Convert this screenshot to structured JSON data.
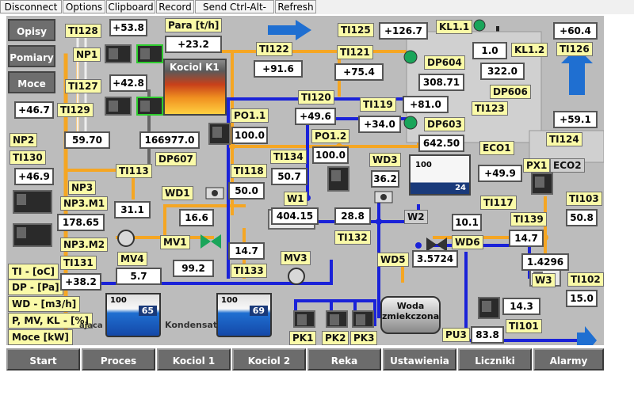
{
  "toolbar": {
    "disconnect": "Disconnect",
    "options": "Options",
    "clipboard": "Clipboard",
    "record": "Record",
    "send_cad": "Send Ctrl-Alt-Del",
    "refresh": "Refresh"
  },
  "side_menu": {
    "opisy": "Opisy",
    "pomiary": "Pomiary",
    "moce": "Moce"
  },
  "legend": {
    "ti": "TI - [oC]",
    "dp": "DP - [Pa]",
    "wd": "WD - [m3/h]",
    "pmvkl": "P, MV, KL - [%]",
    "moce": "Moce [kW]"
  },
  "nav": [
    "Start",
    "Proces",
    "Kociol 1",
    "Kociol 2",
    "Reka",
    "Ustawienia",
    "Liczniki",
    "Alarmy"
  ],
  "boiler": {
    "title": "Kociol K1"
  },
  "tanks": {
    "left_pct": "65",
    "left_scale": "100",
    "left_caption": "Kondensat",
    "left_caption_partial": "ajaca",
    "right_pct": "69",
    "right_scale": "100",
    "soft_water": "Woda zmiekczona",
    "level_tank_scale": "100",
    "level_tank_pct": "24"
  },
  "labels": {
    "ti128": "TI128",
    "np1": "NP1",
    "ti127": "TI127",
    "ti129": "TI129",
    "np2": "NP2",
    "ti130": "TI130",
    "np3": "NP3",
    "np3m1": "NP3.M1",
    "np3m2": "NP3.M2",
    "ti131": "TI131",
    "mv4": "MV4",
    "ti113": "TI113",
    "dp607": "DP607",
    "wd1": "WD1",
    "mv1": "MV1",
    "ti118": "TI118",
    "ti133": "TI133",
    "ti122": "TI122",
    "para": "Para [t/h]",
    "ti121": "TI121",
    "po11": "PO1.1",
    "ti134": "TI134",
    "w1": "W1",
    "po12": "PO1.2",
    "ti120": "TI120",
    "ti119": "TI119",
    "mv3": "MV3",
    "ti132": "TI132",
    "ti125": "TI125",
    "kl11": "KL1.1",
    "dp604": "DP604",
    "dp603": "DP603",
    "kl12": "KL1.2",
    "dp606": "DP606",
    "ti123": "TI123",
    "ti126": "TI126",
    "eco1": "ECO1",
    "ti124": "TI124",
    "wd3": "WD3",
    "w2": "W2",
    "px1": "PX1",
    "eco2": "ECO2",
    "ti117": "TI117",
    "ti103": "TI103",
    "ti139": "TI139",
    "wd6": "WD6",
    "wd5": "WD5",
    "w3": "W3",
    "ti102": "TI102",
    "ti101": "TI101",
    "pu3": "PU3",
    "pk1": "PK1",
    "pk2": "PK2",
    "pk3": "PK3"
  },
  "values": {
    "ti128": "+53.8",
    "ti127": "+42.8",
    "ti129": "+46.7",
    "np2": "59.70",
    "ti130": "+46.9",
    "np3m1": "178.65",
    "ti131": "+38.2",
    "mv4": "5.7",
    "dp607": "166977.0",
    "ti113": "31.1",
    "wd1": "16.6",
    "mv1": "99.2",
    "para": "+23.2",
    "ti122": "+91.6",
    "ti121": "+75.4",
    "po11": "100.0",
    "ti118": "50.0",
    "ti134": "50.7",
    "po12": "100.0",
    "ti120": "+49.6",
    "ti119": "+34.0",
    "w1": "404.15",
    "w1b": "28.8",
    "ti133": "14.7",
    "ti125": "+126.7",
    "dp604": "308.71",
    "ti119b": "+81.0",
    "dp603": "642.50",
    "kl12": "1.0",
    "dp606": "322.0",
    "ti126": "+60.4",
    "ti124": "+59.1",
    "wd3": "36.2",
    "ti117": "+49.9",
    "ti103": "50.8",
    "w2": "10.1",
    "ti139": "14.7",
    "wd5": "3.5724",
    "w3": "1.4296",
    "ti102": "15.0",
    "ti101": "14.3",
    "pu3": "83.8"
  }
}
